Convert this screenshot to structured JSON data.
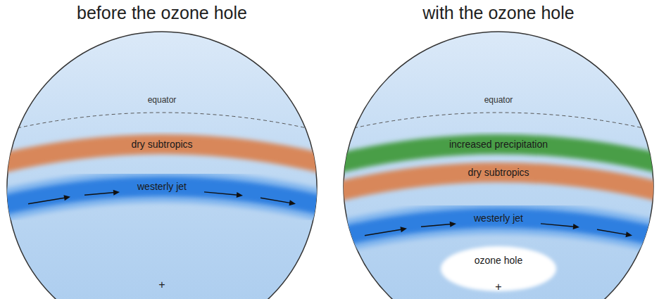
{
  "diagram": {
    "nodes": [
      {
        "text": [
          "before the ozone hole"
        ]
      },
      {
        "text": [
          "dry subtropics"
        ],
        "in": 0
      },
      {
        "text": [
          "westerly jet"
        ],
        "in": 0
      },
      {
        "text": [
          "with the ozone hole"
        ]
      },
      {
        "text": [
          "increased precipitation"
        ],
        "in": 3
      },
      {
        "text": [
          "dry subtropics"
        ],
        "in": 3
      },
      {
        "text": [
          "westerly jet"
        ],
        "in": 3
      },
      {
        "text": [
          "ozone hole"
        ],
        "in": 3
      }
    ],
    "labels": [
      "equator",
      "equator",
      "+",
      "+"
    ]
  }
}
